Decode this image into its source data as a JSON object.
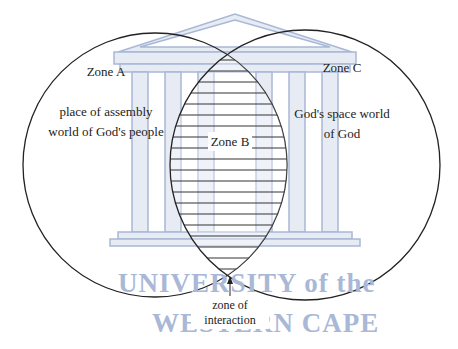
{
  "diagram": {
    "nodes": [
      {
        "text": [
          "Zone A",
          "place of assembly world of God's people"
        ]
      },
      {
        "text": [
          "Zone B"
        ]
      },
      {
        "text": [
          "Zone C",
          "God's space world of God"
        ]
      }
    ],
    "labels": [
      "zone of interaction",
      "UNIVERSITY of the",
      "WESTERN CAPE"
    ]
  }
}
